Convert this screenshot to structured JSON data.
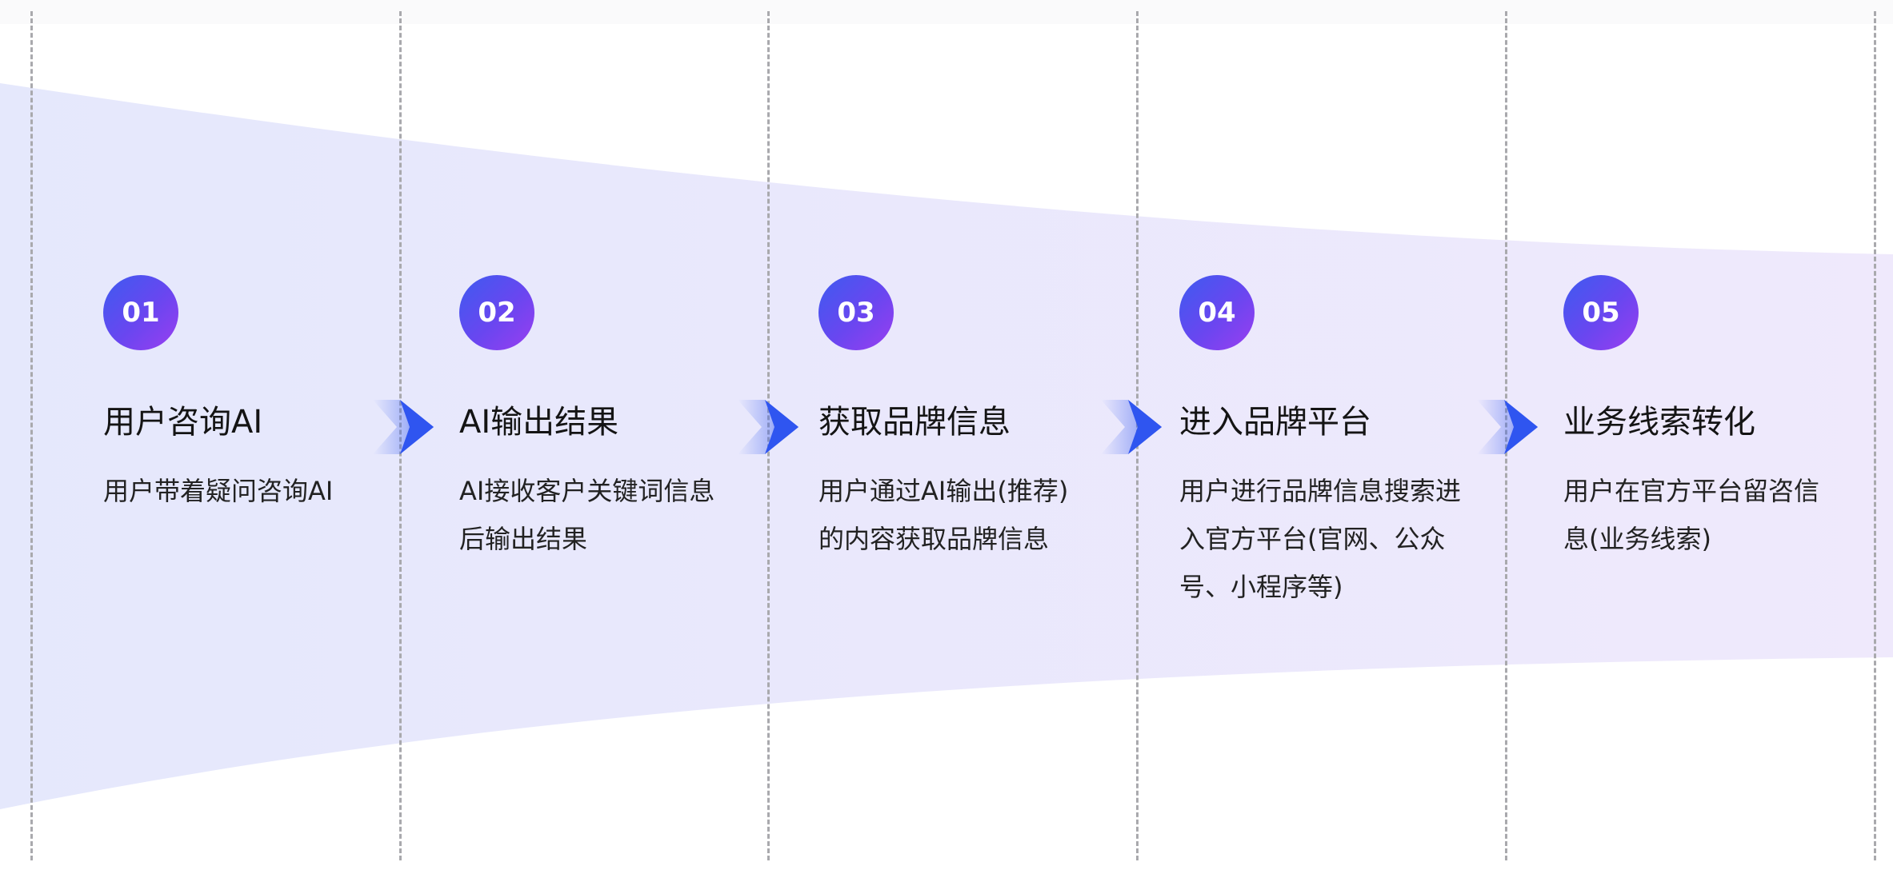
{
  "steps": [
    {
      "number": "01",
      "title": "用户咨询AI",
      "description": "用户带着疑问咨询AI"
    },
    {
      "number": "02",
      "title": "AI输出结果",
      "description": "AI接收客户关键词信息后输出结果"
    },
    {
      "number": "03",
      "title": "获取品牌信息",
      "description": "用户通过AI输出(推荐)的内容获取品牌信息"
    },
    {
      "number": "04",
      "title": "进入品牌平台",
      "description": "用户进行品牌信息搜索进入官方平台(官网、公众号、小程序等)"
    },
    {
      "number": "05",
      "title": "业务线索转化",
      "description": "用户在官方平台留咨信息(业务线索)"
    }
  ],
  "colors": {
    "badge_start": "#3d5bf0",
    "badge_end": "#9a3ef0",
    "arrow": "#2f55f0",
    "funnel_left": "#e6e8fc",
    "funnel_right": "#efe9fc",
    "divider": "#a9a9ad"
  }
}
